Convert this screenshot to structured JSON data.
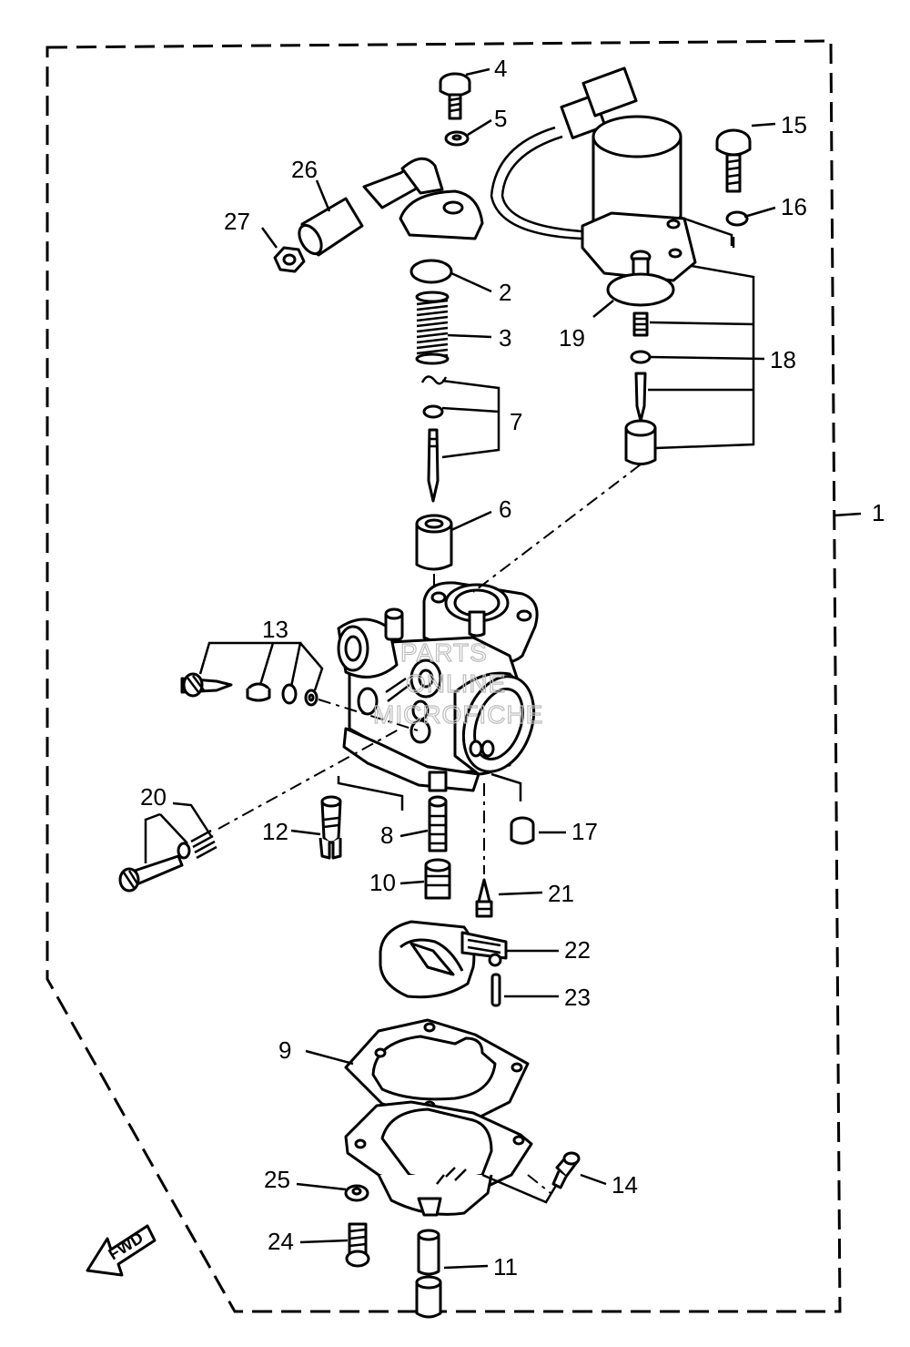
{
  "labels": {
    "p1": "1",
    "p2": "2",
    "p3": "3",
    "p4": "4",
    "p5": "5",
    "p6": "6",
    "p7": "7",
    "p8": "8",
    "p9": "9",
    "p10": "10",
    "p11": "11",
    "p12": "12",
    "p13": "13",
    "p14": "14",
    "p15": "15",
    "p16": "16",
    "p17": "17",
    "p18": "18",
    "p19": "19",
    "p20": "20",
    "p21": "21",
    "p22": "22",
    "p23": "23",
    "p24": "24",
    "p25": "25",
    "p26": "26",
    "p27": "27"
  },
  "fwd_label": "FWD",
  "watermark": [
    "PARTS",
    "ONLINE",
    "MICROFICHE"
  ]
}
